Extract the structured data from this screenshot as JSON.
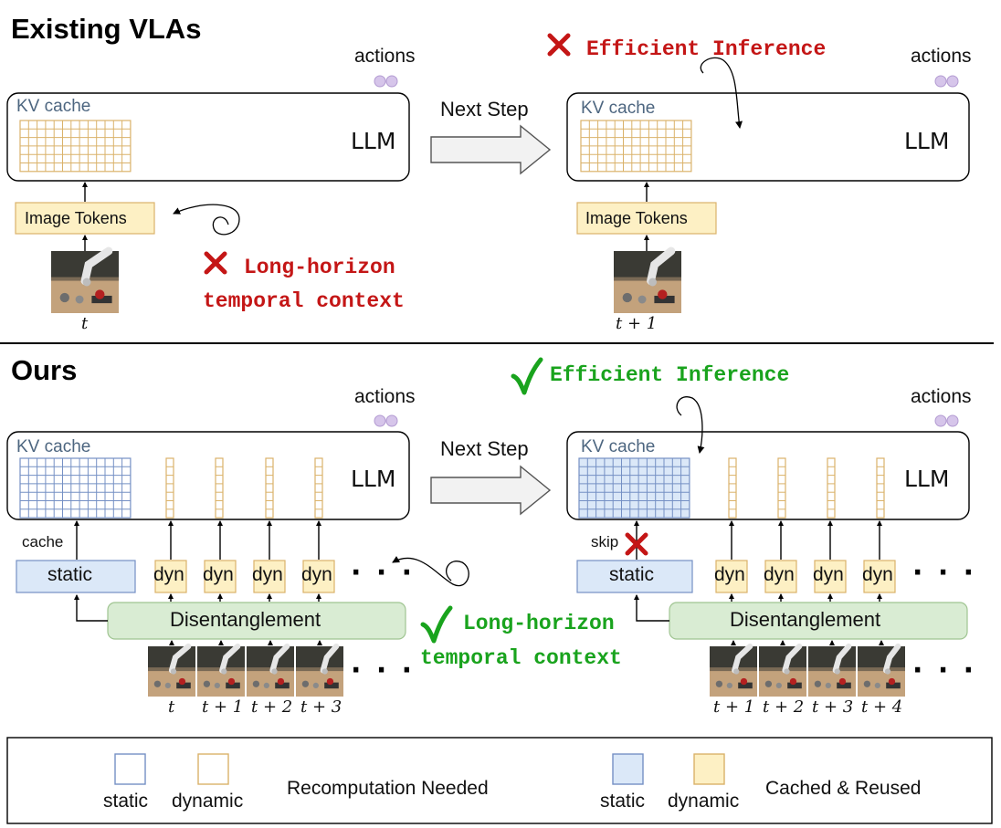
{
  "top": {
    "heading": "Existing VLAs",
    "actions_label": "actions",
    "kv_label": "KV cache",
    "llm_label": "LLM",
    "next_step": "Next Step",
    "image_tokens": "Image Tokens",
    "efficient_inference": "Efficient Inference",
    "long_horizon_line1": "Long-horizon",
    "long_horizon_line2": "temporal context",
    "frame_label_left": "t",
    "frame_label_right": "t + 1"
  },
  "bottom": {
    "heading": "Ours",
    "actions_label": "actions",
    "kv_label": "KV cache",
    "llm_label": "LLM",
    "next_step": "Next Step",
    "cache_label": "cache",
    "skip_label": "skip",
    "static_label": "static",
    "dyn_label": "dyn",
    "ellipsis": "· · ·",
    "disentanglement": "Disentanglement",
    "efficient_inference": "Efficient Inference",
    "long_horizon_line1": "Long-horizon",
    "long_horizon_line2": "temporal context",
    "frame_labels_left": [
      "t",
      "t + 1",
      "t + 2",
      "t + 3"
    ],
    "frame_labels_right": [
      "t + 1",
      "t + 2",
      "t + 3",
      "t + 4"
    ]
  },
  "legend": {
    "static": "static",
    "dynamic": "dynamic",
    "recompute": "Recomputation Needed",
    "cached": "Cached & Reused"
  },
  "icons": {
    "cross": "cross-mark",
    "check": "check-mark",
    "arrow": "block-arrow-right"
  },
  "colors": {
    "red": "#c41616",
    "green": "#19a31d",
    "static_stroke": "#7590c4",
    "static_fill": "#dbe8f8",
    "dynamic_stroke": "#dab26a",
    "dynamic_fill": "#fdf0c4",
    "disentangle_fill": "#d9ecd3",
    "disentangle_stroke": "#9fc491",
    "action_dot": "#d6c5ea",
    "action_dot_stroke": "#b39bd2"
  }
}
